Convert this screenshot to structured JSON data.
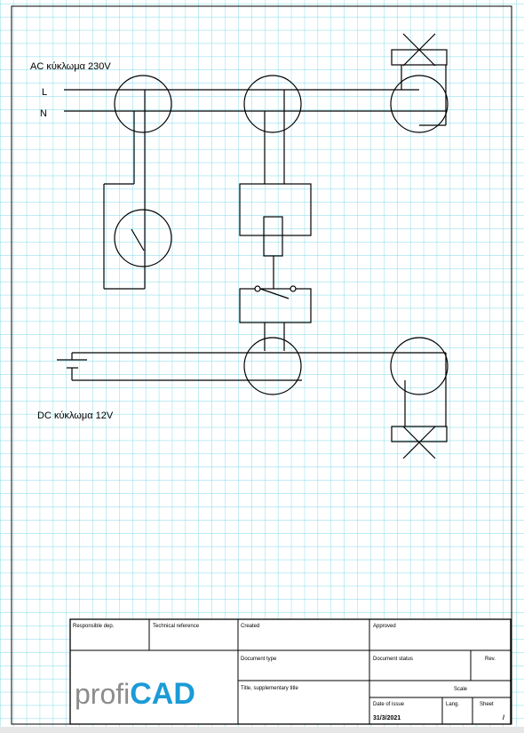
{
  "circuit": {
    "ac_label": "AC κύκλωμα 230V",
    "phase_label": "L",
    "neutral_label": "N",
    "dc_label": "DC κύκλωμα 12V"
  },
  "title_block": {
    "responsible_dep": "Responsible dep.",
    "technical_reference": "Technical reference",
    "created": "Created",
    "approved": "Approved",
    "document_type": "Document type",
    "document_status": "Document status",
    "rev": "Rev.",
    "title": "Title, supplementary title",
    "scale": "Scale",
    "date_of_issue": "Date of issue",
    "date_value": "31/3/2021",
    "language": "Lang.",
    "sheet": "Sheet",
    "sheet_value": "/",
    "logo_prefix": "profi",
    "logo_suffix": "CAD"
  },
  "colors": {
    "grid": "#7fd8e8",
    "logo_gray": "#8c8c8c",
    "logo_blue": "#1a9bd7"
  }
}
